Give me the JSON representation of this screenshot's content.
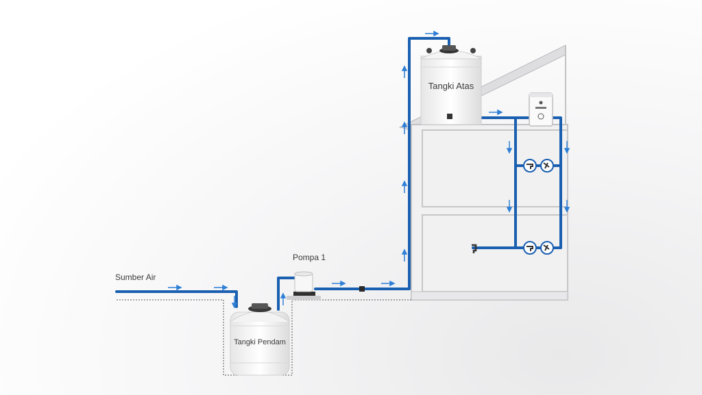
{
  "labels": {
    "source": "Sumber Air",
    "underground_tank": "Tangki Pendam",
    "pump": "Pompa 1",
    "upper_tank": "Tangki Atas"
  },
  "colors": {
    "pipe": "#1a5fb0",
    "pipe_light": "#2f7fd6",
    "wall": "#f2f2f3",
    "wall_line": "#c9c9cb",
    "ground_line": "#555555"
  }
}
